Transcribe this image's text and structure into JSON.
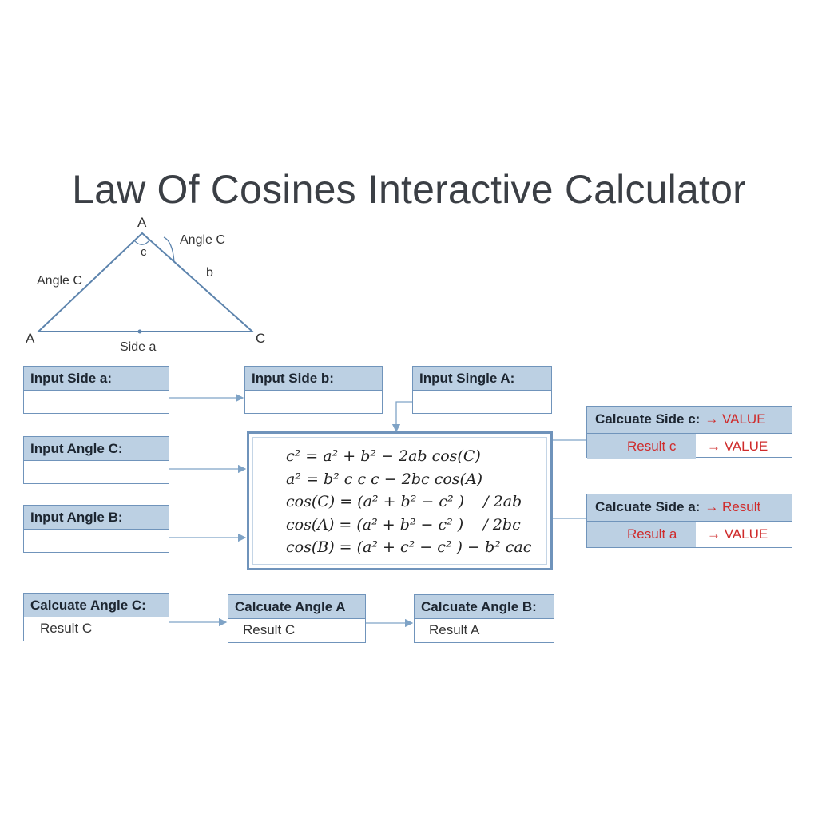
{
  "title": "Law Of Cosines Interactive Calculator",
  "triangle": {
    "vertex_top": "A",
    "vertex_left": "A",
    "vertex_right": "C",
    "angle_top_inner": "c",
    "angle_top_outer": "Angle C",
    "label_left_side": "Angle C",
    "label_right_side": "b",
    "label_bottom": "Side a"
  },
  "inputs": {
    "side_a": "Input Side a:",
    "side_b": "Input Side b:",
    "single_a": "Input Single A:",
    "angle_c": "Input Angle C:",
    "angle_b": "Input Angle B:"
  },
  "formulas": [
    "c² = a² + b² − 2ab cos(C)",
    "a² = b² c c c − 2bc cos(A)",
    "cos(C) = (a² + b² − c² )    / 2ab",
    "cos(A) = (a² + b² − c² )    / 2bc",
    "cos(B) = (a² + c² − c² ) − b² cac"
  ],
  "results": {
    "side_c": {
      "label": "Calcuate Side c:",
      "arrow_value": "→ VALUE",
      "row_label": "Result c",
      "row_value": "→ VALUE"
    },
    "side_a": {
      "label": "Calcuate Side a:",
      "arrow_value": "→ Result",
      "row_label": "Result a",
      "row_value": "→ VALUE"
    }
  },
  "calc_angles": {
    "angle_c": {
      "label": "Calcuate Angle C:",
      "result": "Result C"
    },
    "angle_a": {
      "label": "Calcuate Angle A",
      "result": "Result C"
    },
    "angle_b": {
      "label": "Calcuate Angle B:",
      "result": "Result A"
    }
  },
  "colors": {
    "box_header": "#bcd0e3",
    "box_border": "#7094bb",
    "arrow": "#7fa3c6",
    "result_text": "#cf2b2b"
  }
}
